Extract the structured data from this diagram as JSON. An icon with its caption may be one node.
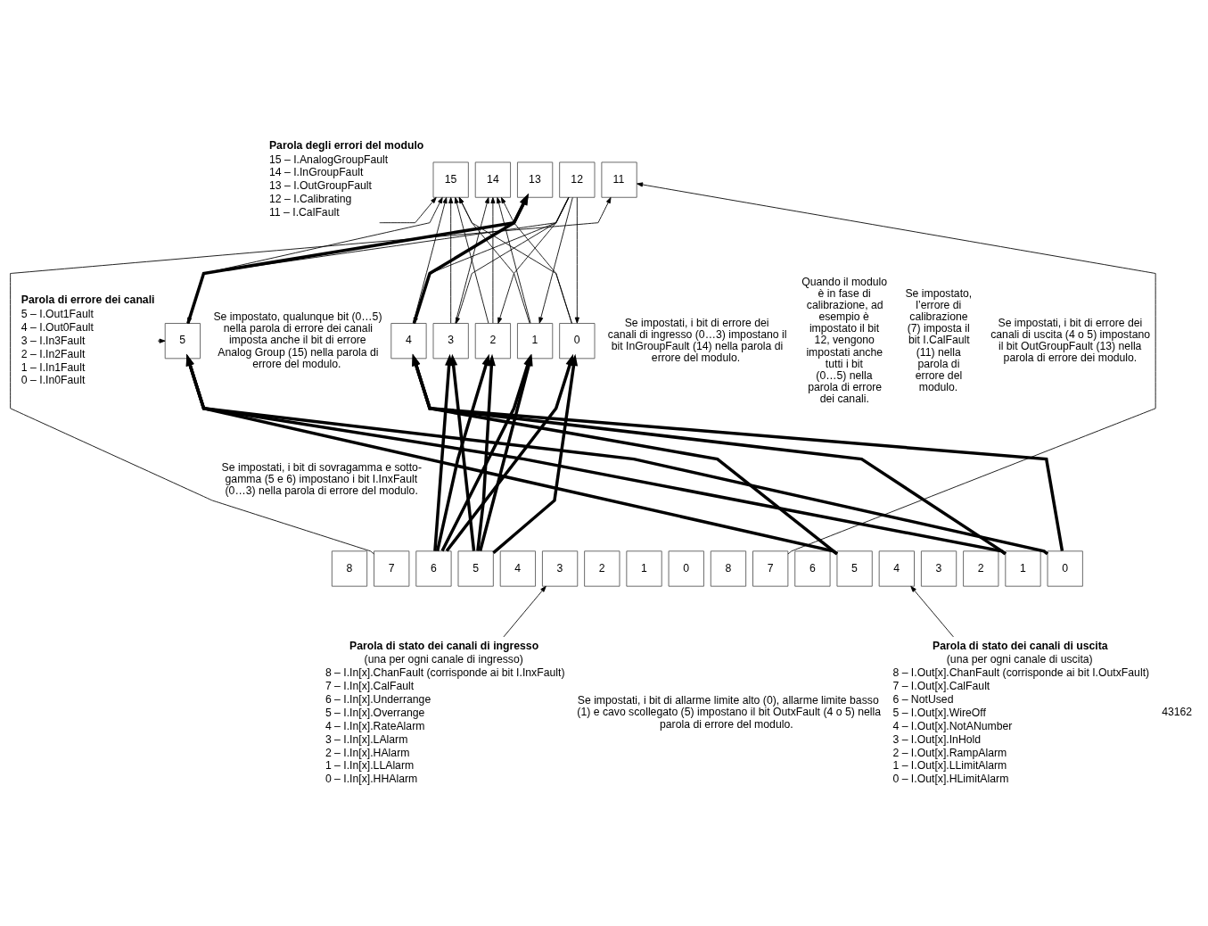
{
  "diagram": {
    "nodes": [
      {
        "text": [
          "15"
        ]
      },
      {
        "text": [
          "14"
        ]
      },
      {
        "text": [
          "13"
        ]
      },
      {
        "text": [
          "12"
        ]
      },
      {
        "text": [
          "11"
        ]
      },
      {
        "text": [
          "5"
        ]
      },
      {
        "text": [
          "4"
        ]
      },
      {
        "text": [
          "3"
        ]
      },
      {
        "text": [
          "2"
        ]
      },
      {
        "text": [
          "1"
        ]
      },
      {
        "text": [
          "0"
        ]
      },
      {
        "text": [
          "8"
        ]
      },
      {
        "text": [
          "7"
        ]
      },
      {
        "text": [
          "6"
        ]
      },
      {
        "text": [
          "5"
        ]
      },
      {
        "text": [
          "4"
        ]
      },
      {
        "text": [
          "3"
        ]
      },
      {
        "text": [
          "2"
        ]
      },
      {
        "text": [
          "1"
        ]
      },
      {
        "text": [
          "0"
        ]
      },
      {
        "text": [
          "8"
        ]
      },
      {
        "text": [
          "7"
        ]
      },
      {
        "text": [
          "6"
        ]
      },
      {
        "text": [
          "5"
        ]
      },
      {
        "text": [
          "4"
        ]
      },
      {
        "text": [
          "3"
        ]
      },
      {
        "text": [
          "2"
        ]
      },
      {
        "text": [
          "1"
        ]
      },
      {
        "text": [
          "0"
        ]
      },
      {
        "text": [
          "Parola degli errori del modulo",
          "15 – I.AnalogGroupFault",
          "14 – I.InGroupFault",
          "13 – I.OutGroupFault",
          "12 – I.Calibrating",
          "11 – I.CalFault"
        ]
      },
      {
        "text": [
          "Parola di errore dei canali",
          "5 – I.Out1Fault",
          "4 – I.Out0Fault",
          "3 – I.In3Fault",
          "2 – I.In2Fault",
          "1 – I.In1Fault",
          "0 – I.In0Fault"
        ]
      },
      {
        "text": [
          "Parola di stato dei canali di ingresso",
          "(una per ogni canale di ingresso)",
          "8 – I.In[x].ChanFault (corrisponde ai bit I.InxFault)",
          "7 – I.In[x].CalFault",
          "6 – I.In[x].Underrange",
          "5 – I.In[x].Overrange",
          "4 – I.In[x].RateAlarm",
          "3 – I.In[x].LAlarm",
          "2 – I.In[x].HAlarm",
          "1 – I.In[x].LLAlarm",
          "0 – I.In[x].HHAlarm"
        ]
      },
      {
        "text": [
          "Parola di stato dei canali di uscita",
          "(una per ogni canale di uscita)",
          "8 – I.Out[x].ChanFault (corrisponde ai bit I.OutxFault)",
          "7 – I.Out[x].CalFault",
          "6 – NotUsed",
          "5 – I.Out[x].WireOff",
          "4 – I.Out[x].NotANumber",
          "3 – I.Out[x].InHold",
          "2 – I.Out[x].RampAlarm",
          "1 – I.Out[x].LLimitAlarm",
          "0 – I.Out[x].HLimitAlarm"
        ]
      }
    ],
    "edges": [
      {
        "from": 29,
        "to": 0,
        "arrow": "to"
      },
      {
        "from": 30,
        "to": 5,
        "arrow": "to"
      },
      {
        "from": 31,
        "to": 16,
        "arrow": "to"
      },
      {
        "from": 32,
        "to": 24,
        "arrow": "to"
      },
      {
        "from": 5,
        "to": 0,
        "arrow": "to"
      },
      {
        "from": 6,
        "to": 0,
        "arrow": "to"
      },
      {
        "from": 7,
        "to": 0,
        "arrow": "to"
      },
      {
        "from": 8,
        "to": 0,
        "arrow": "to"
      },
      {
        "from": 9,
        "to": 0,
        "arrow": "to"
      },
      {
        "from": 10,
        "to": 0,
        "arrow": "to"
      },
      {
        "from": 5,
        "to": 2,
        "arrow": "to",
        "style": "thick"
      },
      {
        "from": 6,
        "to": 2,
        "arrow": "to",
        "style": "thick"
      },
      {
        "from": 7,
        "to": 1,
        "arrow": "to"
      },
      {
        "from": 8,
        "to": 1,
        "arrow": "to"
      },
      {
        "from": 9,
        "to": 1,
        "arrow": "to"
      },
      {
        "from": 10,
        "to": 1,
        "arrow": "to"
      },
      {
        "from": 3,
        "to": 5,
        "arrow": "to"
      },
      {
        "from": 3,
        "to": 6,
        "arrow": "to"
      },
      {
        "from": 3,
        "to": 7,
        "arrow": "to"
      },
      {
        "from": 3,
        "to": 8,
        "arrow": "to"
      },
      {
        "from": 3,
        "to": 9,
        "arrow": "to"
      },
      {
        "from": 3,
        "to": 10,
        "arrow": "to"
      },
      {
        "from": 12,
        "to": 4,
        "arrow": "to"
      },
      {
        "from": 21,
        "to": 4,
        "arrow": "to"
      },
      {
        "from": 13,
        "to": 7,
        "arrow": "to",
        "style": "thick"
      },
      {
        "from": 13,
        "to": 8,
        "arrow": "to",
        "style": "thick"
      },
      {
        "from": 13,
        "to": 9,
        "arrow": "to",
        "style": "thick"
      },
      {
        "from": 13,
        "to": 10,
        "arrow": "to",
        "style": "thick"
      },
      {
        "from": 14,
        "to": 7,
        "arrow": "to",
        "style": "thick"
      },
      {
        "from": 14,
        "to": 8,
        "arrow": "to",
        "style": "thick"
      },
      {
        "from": 14,
        "to": 9,
        "arrow": "to",
        "style": "thick"
      },
      {
        "from": 14,
        "to": 10,
        "arrow": "to",
        "style": "thick"
      },
      {
        "from": 23,
        "to": 5,
        "arrow": "to",
        "style": "thick"
      },
      {
        "from": 23,
        "to": 6,
        "arrow": "to",
        "style": "thick"
      },
      {
        "from": 27,
        "to": 5,
        "arrow": "to",
        "style": "thick"
      },
      {
        "from": 27,
        "to": 6,
        "arrow": "to",
        "style": "thick"
      },
      {
        "from": 28,
        "to": 5,
        "arrow": "to",
        "style": "thick"
      },
      {
        "from": 28,
        "to": 6,
        "arrow": "to",
        "style": "thick"
      }
    ],
    "labels": [
      "Se impostato, qualunque bit (0…5) nella parola di errore dei canali imposta anche il bit di errore Analog Group (15) nella parola di errore del modulo.",
      "Se impostati, i bit di errore dei canali di ingresso (0…3) impostano il bit InGroupFault (14) nella parola di errore del modulo.",
      "Quando il modulo è in fase di calibrazione, ad esempio è impostato il bit 12, vengono impostati anche tutti i bit (0…5) nella parola di errore dei canali.",
      "Se impostato, l’errore di calibrazione (7) imposta il bit I.CalFault (11) nella parola di errore del modulo.",
      "Se impostati, i bit di errore dei canali di uscita (4 o 5) impostano il bit OutGroupFault (13) nella parola di errore dei modulo.",
      "Se impostati, i bit di sovragamma e sotto-gamma (5 e 6) impostano i bit I.InxFault (0…3) nella parola di errore del modulo.",
      "Se impostati, i bit di allarme limite alto (0), allarme limite basso (1) e cavo scollegato (5) impostano il bit OutxFault (4 o 5) nella parola di errore del modulo.",
      "43162"
    ]
  }
}
